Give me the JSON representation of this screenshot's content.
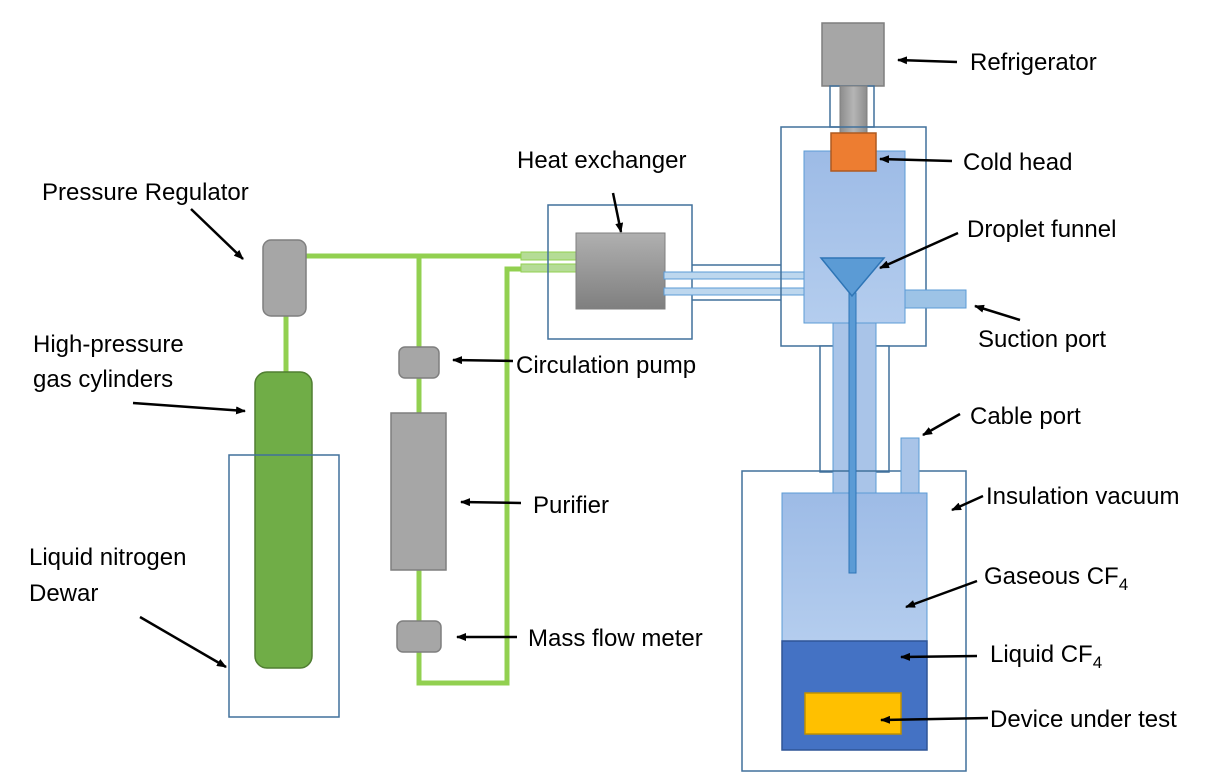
{
  "labels": {
    "refrigerator": "Refrigerator",
    "cold_head": "Cold head",
    "heat_exchanger": "Heat exchanger",
    "pressure_regulator": "Pressure Regulator",
    "droplet_funnel": "Droplet funnel",
    "suction_port": "Suction port",
    "high_pressure_line1": "High-pressure",
    "high_pressure_line2": "gas cylinders",
    "circulation_pump": "Circulation pump",
    "cable_port": "Cable port",
    "insulation_vacuum": "Insulation vacuum",
    "purifier": "Purifier",
    "ln2_line1": "Liquid nitrogen",
    "ln2_line2": "Dewar",
    "gaseous_cf4_prefix": "Gaseous CF",
    "gaseous_cf4_sub": "4",
    "mass_flow_meter": "Mass flow meter",
    "liquid_cf4_prefix": "Liquid CF",
    "liquid_cf4_sub": "4",
    "device_under_test": "Device under test"
  },
  "colors": {
    "gas_line": "#92d050",
    "cylinder": "#70ad47",
    "component_gray": "#a6a6a6",
    "cold_head": "#ed7d31",
    "chamber_fill": "#a9c4e8",
    "liquid": "#4472c4",
    "device": "#ffc000",
    "outline": "#41719c"
  }
}
